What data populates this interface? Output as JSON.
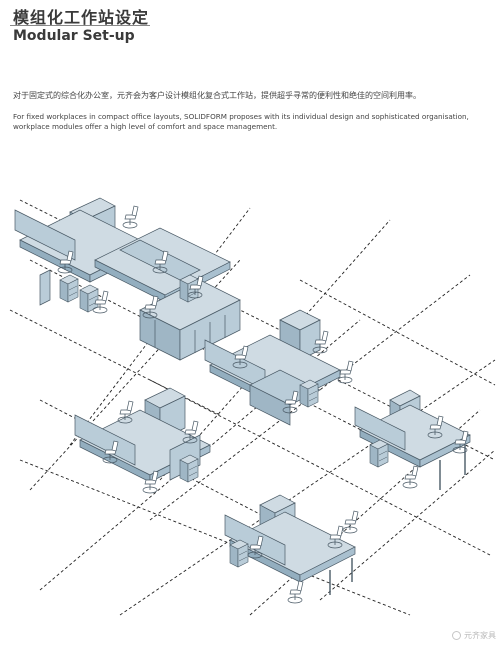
{
  "header": {
    "title_cn": "模组化工作站设定",
    "title_en": "Modular Set-up"
  },
  "intro": {
    "cn": "对于固定式的综合化办公室，元齐会为客户设计模组化复合式工作站，提供超乎寻常的便利性和绝佳的空间利用率。",
    "en": "For fixed workplaces in compact office layouts, SOLIDFORM proposes with its individual design and sophisticated organisation, workplace modules offer a high level of comfort and space management."
  },
  "colors": {
    "panel": "#b9ccd8",
    "panel_dark": "#93aebf",
    "outline": "#4a5a66",
    "dash": "#222222",
    "accent_line": "#c8d0d6"
  },
  "watermark": {
    "text": "元齐家具"
  }
}
